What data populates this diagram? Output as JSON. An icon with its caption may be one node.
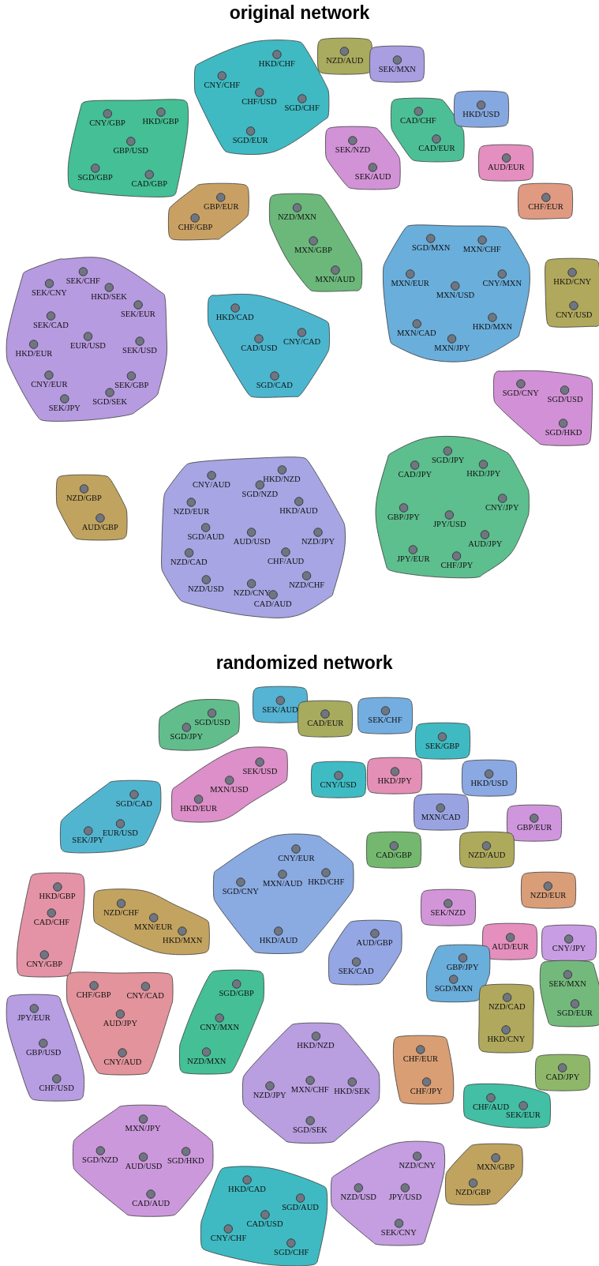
{
  "diagram": {
    "nodes": [
      {
        "text": [],
        "shape": "blob"
      },
      {
        "text": [
          "HKD/CHF"
        ],
        "in": 0
      },
      {
        "text": [
          "CNY/CHF"
        ],
        "in": 0
      },
      {
        "text": [
          "CHF/USD"
        ],
        "in": 0
      },
      {
        "text": [
          "SGD/CHF"
        ],
        "in": 0
      },
      {
        "text": [
          "SGD/EUR"
        ],
        "in": 0
      },
      {
        "text": [],
        "shape": "blob"
      },
      {
        "text": [
          "NZD/AUD"
        ],
        "in": 6
      },
      {
        "text": [],
        "shape": "blob"
      },
      {
        "text": [
          "SEK/MXN"
        ],
        "in": 8
      },
      {
        "text": [],
        "shape": "blob"
      },
      {
        "text": [
          "CNY/GBP"
        ],
        "in": 10
      },
      {
        "text": [
          "HKD/GBP"
        ],
        "in": 10
      },
      {
        "text": [
          "GBP/USD"
        ],
        "in": 10
      },
      {
        "text": [
          "SGD/GBP"
        ],
        "in": 10
      },
      {
        "text": [
          "CAD/GBP"
        ],
        "in": 10
      },
      {
        "text": [],
        "shape": "blob"
      },
      {
        "text": [
          "CAD/CHF"
        ],
        "in": 16
      },
      {
        "text": [
          "CAD/EUR"
        ],
        "in": 16
      },
      {
        "text": [],
        "shape": "blob"
      },
      {
        "text": [
          "HKD/USD"
        ],
        "in": 19
      },
      {
        "text": [],
        "shape": "blob"
      },
      {
        "text": [
          "SEK/NZD"
        ],
        "in": 21
      },
      {
        "text": [
          "SEK/AUD"
        ],
        "in": 21
      },
      {
        "text": [],
        "shape": "blob"
      },
      {
        "text": [
          "AUD/EUR"
        ],
        "in": 24
      },
      {
        "text": [],
        "shape": "blob"
      },
      {
        "text": [
          "CHF/EUR"
        ],
        "in": 26
      },
      {
        "text": [],
        "shape": "blob"
      },
      {
        "text": [
          "GBP/EUR"
        ],
        "in": 28
      },
      {
        "text": [
          "CHF/GBP"
        ],
        "in": 28
      },
      {
        "text": [],
        "shape": "blob"
      },
      {
        "text": [
          "NZD/MXN"
        ],
        "in": 31
      },
      {
        "text": [
          "MXN/GBP"
        ],
        "in": 31
      },
      {
        "text": [
          "MXN/AUD"
        ],
        "in": 31
      },
      {
        "text": [],
        "shape": "blob"
      },
      {
        "text": [
          "SGD/MXN"
        ],
        "in": 35
      },
      {
        "text": [
          "MXN/CHF"
        ],
        "in": 35
      },
      {
        "text": [
          "MXN/EUR"
        ],
        "in": 35
      },
      {
        "text": [
          "MXN/USD"
        ],
        "in": 35
      },
      {
        "text": [
          "CNY/MXN"
        ],
        "in": 35
      },
      {
        "text": [
          "MXN/CAD"
        ],
        "in": 35
      },
      {
        "text": [
          "HKD/MXN"
        ],
        "in": 35
      },
      {
        "text": [
          "MXN/JPY"
        ],
        "in": 35
      },
      {
        "text": [],
        "shape": "blob"
      },
      {
        "text": [
          "HKD/CNY"
        ],
        "in": 44
      },
      {
        "text": [
          "CNY/USD"
        ],
        "in": 44
      },
      {
        "text": [],
        "shape": "blob"
      },
      {
        "text": [
          "SEK/CHF"
        ],
        "in": 47
      },
      {
        "text": [
          "SEK/CNY"
        ],
        "in": 47
      },
      {
        "text": [
          "HKD/SEK"
        ],
        "in": 47
      },
      {
        "text": [
          "SEK/EUR"
        ],
        "in": 47
      },
      {
        "text": [
          "SEK/CAD"
        ],
        "in": 47
      },
      {
        "text": [
          "HKD/EUR"
        ],
        "in": 47
      },
      {
        "text": [
          "EUR/USD"
        ],
        "in": 47
      },
      {
        "text": [
          "SEK/USD"
        ],
        "in": 47
      },
      {
        "text": [
          "CNY/EUR"
        ],
        "in": 47
      },
      {
        "text": [
          "SEK/GBP"
        ],
        "in": 47
      },
      {
        "text": [
          "SEK/JPY"
        ],
        "in": 47
      },
      {
        "text": [
          "SGD/SEK"
        ],
        "in": 47
      },
      {
        "text": [],
        "shape": "blob"
      },
      {
        "text": [
          "HKD/CAD"
        ],
        "in": 60
      },
      {
        "text": [
          "CAD/USD"
        ],
        "in": 60
      },
      {
        "text": [
          "CNY/CAD"
        ],
        "in": 60
      },
      {
        "text": [
          "SGD/CAD"
        ],
        "in": 60
      },
      {
        "text": [],
        "shape": "blob"
      },
      {
        "text": [
          "SGD/CNY"
        ],
        "in": 65
      },
      {
        "text": [
          "SGD/USD"
        ],
        "in": 65
      },
      {
        "text": [
          "SGD/HKD"
        ],
        "in": 65
      },
      {
        "text": [],
        "shape": "blob"
      },
      {
        "text": [
          "NZD/GBP"
        ],
        "in": 69
      },
      {
        "text": [
          "AUD/GBP"
        ],
        "in": 69
      },
      {
        "text": [],
        "shape": "blob"
      },
      {
        "text": [
          "CNY/AUD"
        ],
        "in": 72
      },
      {
        "text": [
          "SGD/NZD"
        ],
        "in": 72
      },
      {
        "text": [
          "HKD/NZD"
        ],
        "in": 72
      },
      {
        "text": [
          "NZD/EUR"
        ],
        "in": 72
      },
      {
        "text": [
          "HKD/AUD"
        ],
        "in": 72
      },
      {
        "text": [
          "SGD/AUD"
        ],
        "in": 72
      },
      {
        "text": [
          "AUD/USD"
        ],
        "in": 72
      },
      {
        "text": [
          "NZD/JPY"
        ],
        "in": 72
      },
      {
        "text": [
          "NZD/CAD"
        ],
        "in": 72
      },
      {
        "text": [
          "CHF/AUD"
        ],
        "in": 72
      },
      {
        "text": [
          "NZD/USD"
        ],
        "in": 72
      },
      {
        "text": [
          "NZD/CNY"
        ],
        "in": 72
      },
      {
        "text": [
          "NZD/CHF"
        ],
        "in": 72
      },
      {
        "text": [
          "CAD/AUD"
        ],
        "in": 72
      },
      {
        "text": [],
        "shape": "blob"
      },
      {
        "text": [
          "SGD/JPY"
        ],
        "in": 87
      },
      {
        "text": [
          "CAD/JPY"
        ],
        "in": 87
      },
      {
        "text": [
          "HKD/JPY"
        ],
        "in": 87
      },
      {
        "text": [
          "GBP/JPY"
        ],
        "in": 87
      },
      {
        "text": [
          "JPY/USD"
        ],
        "in": 87
      },
      {
        "text": [
          "CNY/JPY"
        ],
        "in": 87
      },
      {
        "text": [
          "AUD/JPY"
        ],
        "in": 87
      },
      {
        "text": [
          "JPY/EUR"
        ],
        "in": 87
      },
      {
        "text": [
          "CHF/JPY"
        ],
        "in": 87
      },
      {
        "text": [],
        "shape": "blob"
      },
      {
        "text": [
          "SGD/USD"
        ],
        "in": 97
      },
      {
        "text": [
          "SGD/JPY"
        ],
        "in": 97
      },
      {
        "text": [],
        "shape": "blob"
      },
      {
        "text": [
          "SEK/AUD"
        ],
        "in": 100
      },
      {
        "text": [],
        "shape": "blob"
      },
      {
        "text": [
          "CAD/EUR"
        ],
        "in": 102
      },
      {
        "text": [],
        "shape": "blob"
      },
      {
        "text": [
          "SEK/CHF"
        ],
        "in": 104
      },
      {
        "text": [],
        "shape": "blob"
      },
      {
        "text": [
          "SEK/GBP"
        ],
        "in": 106
      },
      {
        "text": [],
        "shape": "blob"
      },
      {
        "text": [
          "SGD/CAD"
        ],
        "in": 108
      },
      {
        "text": [
          "EUR/USD"
        ],
        "in": 108
      },
      {
        "text": [
          "SEK/JPY"
        ],
        "in": 108
      },
      {
        "text": [],
        "shape": "blob"
      },
      {
        "text": [
          "SEK/USD"
        ],
        "in": 112
      },
      {
        "text": [
          "MXN/USD"
        ],
        "in": 112
      },
      {
        "text": [
          "HKD/EUR"
        ],
        "in": 112
      },
      {
        "text": [],
        "shape": "blob"
      },
      {
        "text": [
          "CNY/USD"
        ],
        "in": 116
      },
      {
        "text": [],
        "shape": "blob"
      },
      {
        "text": [
          "HKD/JPY"
        ],
        "in": 118
      },
      {
        "text": [],
        "shape": "blob"
      },
      {
        "text": [
          "HKD/USD"
        ],
        "in": 120
      },
      {
        "text": [],
        "shape": "blob"
      },
      {
        "text": [
          "MXN/CAD"
        ],
        "in": 122
      },
      {
        "text": [],
        "shape": "blob"
      },
      {
        "text": [
          "GBP/EUR"
        ],
        "in": 124
      },
      {
        "text": [],
        "shape": "blob"
      },
      {
        "text": [
          "CAD/GBP"
        ],
        "in": 126
      },
      {
        "text": [],
        "shape": "blob"
      },
      {
        "text": [
          "NZD/AUD"
        ],
        "in": 128
      },
      {
        "text": [],
        "shape": "blob"
      },
      {
        "text": [
          "CNY/EUR"
        ],
        "in": 130
      },
      {
        "text": [
          "SGD/CNY"
        ],
        "in": 130
      },
      {
        "text": [
          "MXN/AUD"
        ],
        "in": 130
      },
      {
        "text": [
          "HKD/CHF"
        ],
        "in": 130
      },
      {
        "text": [
          "HKD/AUD"
        ],
        "in": 130
      },
      {
        "text": [],
        "shape": "blob"
      },
      {
        "text": [
          "HKD/GBP"
        ],
        "in": 136
      },
      {
        "text": [
          "CAD/CHF"
        ],
        "in": 136
      },
      {
        "text": [
          "CNY/GBP"
        ],
        "in": 136
      },
      {
        "text": [],
        "shape": "blob"
      },
      {
        "text": [
          "NZD/CHF"
        ],
        "in": 140
      },
      {
        "text": [
          "MXN/EUR"
        ],
        "in": 140
      },
      {
        "text": [
          "HKD/MXN"
        ],
        "in": 140
      },
      {
        "text": [],
        "shape": "blob"
      },
      {
        "text": [
          "NZD/EUR"
        ],
        "in": 144
      },
      {
        "text": [],
        "shape": "blob"
      },
      {
        "text": [
          "SEK/NZD"
        ],
        "in": 146
      },
      {
        "text": [],
        "shape": "blob"
      },
      {
        "text": [
          "AUD/EUR"
        ],
        "in": 148
      },
      {
        "text": [],
        "shape": "blob"
      },
      {
        "text": [
          "CNY/JPY"
        ],
        "in": 150
      },
      {
        "text": [],
        "shape": "blob"
      },
      {
        "text": [
          "AUD/GBP"
        ],
        "in": 152
      },
      {
        "text": [
          "SEK/CAD"
        ],
        "in": 152
      },
      {
        "text": [],
        "shape": "blob"
      },
      {
        "text": [
          "GBP/JPY"
        ],
        "in": 155
      },
      {
        "text": [
          "SGD/MXN"
        ],
        "in": 155
      },
      {
        "text": [],
        "shape": "blob"
      },
      {
        "text": [
          "SEK/MXN"
        ],
        "in": 158
      },
      {
        "text": [
          "SGD/EUR"
        ],
        "in": 158
      },
      {
        "text": [],
        "shape": "blob"
      },
      {
        "text": [
          "JPY/EUR"
        ],
        "in": 161
      },
      {
        "text": [
          "GBP/USD"
        ],
        "in": 161
      },
      {
        "text": [
          "CHF/USD"
        ],
        "in": 161
      },
      {
        "text": [],
        "shape": "blob"
      },
      {
        "text": [
          "CHF/GBP"
        ],
        "in": 165
      },
      {
        "text": [
          "CNY/CAD"
        ],
        "in": 165
      },
      {
        "text": [
          "AUD/JPY"
        ],
        "in": 165
      },
      {
        "text": [
          "CNY/AUD"
        ],
        "in": 165
      },
      {
        "text": [],
        "shape": "blob"
      },
      {
        "text": [
          "SGD/GBP"
        ],
        "in": 170
      },
      {
        "text": [
          "CNY/MXN"
        ],
        "in": 170
      },
      {
        "text": [
          "NZD/MXN"
        ],
        "in": 170
      },
      {
        "text": [],
        "shape": "blob"
      },
      {
        "text": [
          "HKD/NZD"
        ],
        "in": 174
      },
      {
        "text": [
          "NZD/JPY"
        ],
        "in": 174
      },
      {
        "text": [
          "MXN/CHF"
        ],
        "in": 174
      },
      {
        "text": [
          "HKD/SEK"
        ],
        "in": 174
      },
      {
        "text": [
          "SGD/SEK"
        ],
        "in": 174
      },
      {
        "text": [],
        "shape": "blob"
      },
      {
        "text": [
          "CHF/EUR"
        ],
        "in": 180
      },
      {
        "text": [
          "CHF/JPY"
        ],
        "in": 180
      },
      {
        "text": [],
        "shape": "blob"
      },
      {
        "text": [
          "NZD/CAD"
        ],
        "in": 183
      },
      {
        "text": [
          "HKD/CNY"
        ],
        "in": 183
      },
      {
        "text": [],
        "shape": "blob"
      },
      {
        "text": [
          "CAD/JPY"
        ],
        "in": 186
      },
      {
        "text": [],
        "shape": "blob"
      },
      {
        "text": [
          "CHF/AUD"
        ],
        "in": 188
      },
      {
        "text": [
          "SEK/EUR"
        ],
        "in": 188
      },
      {
        "text": [],
        "shape": "blob"
      },
      {
        "text": [
          "MXN/JPY"
        ],
        "in": 191
      },
      {
        "text": [
          "SGD/NZD"
        ],
        "in": 191
      },
      {
        "text": [
          "AUD/USD"
        ],
        "in": 191
      },
      {
        "text": [
          "SGD/HKD"
        ],
        "in": 191
      },
      {
        "text": [
          "CAD/AUD"
        ],
        "in": 191
      },
      {
        "text": [],
        "shape": "blob"
      },
      {
        "text": [
          "HKD/CAD"
        ],
        "in": 197
      },
      {
        "text": [
          "SGD/AUD"
        ],
        "in": 197
      },
      {
        "text": [
          "CAD/USD"
        ],
        "in": 197
      },
      {
        "text": [
          "CNY/CHF"
        ],
        "in": 197
      },
      {
        "text": [
          "SGD/CHF"
        ],
        "in": 197
      },
      {
        "text": [],
        "shape": "blob"
      },
      {
        "text": [
          "NZD/CNY"
        ],
        "in": 203
      },
      {
        "text": [
          "NZD/USD"
        ],
        "in": 203
      },
      {
        "text": [
          "JPY/USD"
        ],
        "in": 203
      },
      {
        "text": [
          "SEK/CNY"
        ],
        "in": 203
      },
      {
        "text": [],
        "shape": "blob"
      },
      {
        "text": [
          "MXN/GBP"
        ],
        "in": 208
      },
      {
        "text": [
          "NZD/GBP"
        ],
        "in": 208
      }
    ],
    "labels": [
      "original network",
      "randomized network"
    ]
  }
}
